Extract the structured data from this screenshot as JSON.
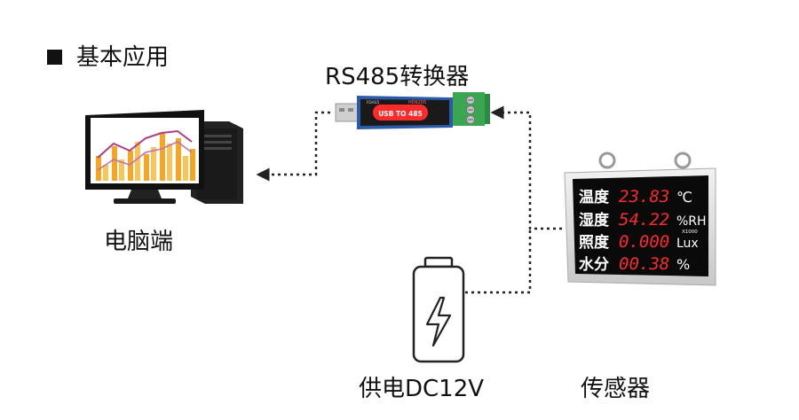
{
  "heading": "基本应用",
  "labels": {
    "converter": "RS485转换器",
    "pc": "电脑端",
    "power": "供电DC12V",
    "sensor": "传感器"
  },
  "converter_device": {
    "model": "HD6205",
    "text": "USB TO 485",
    "brand": "FDAS5"
  },
  "sensor_display": {
    "rows": [
      {
        "name": "温度",
        "value": "23.83",
        "unit": "℃"
      },
      {
        "name": "湿度",
        "value": "54.22",
        "unit": "%RH"
      },
      {
        "name": "照度",
        "value": "0.000",
        "unit": "Lux",
        "multiplier": "X1000"
      },
      {
        "name": "水分",
        "value": "00.38",
        "unit": "%"
      }
    ]
  },
  "colors": {
    "connector_line": "#222222",
    "led_red": "#ff2a2a",
    "terminal_green": "#3aa651",
    "usb_blue": "#2a5aa8"
  }
}
